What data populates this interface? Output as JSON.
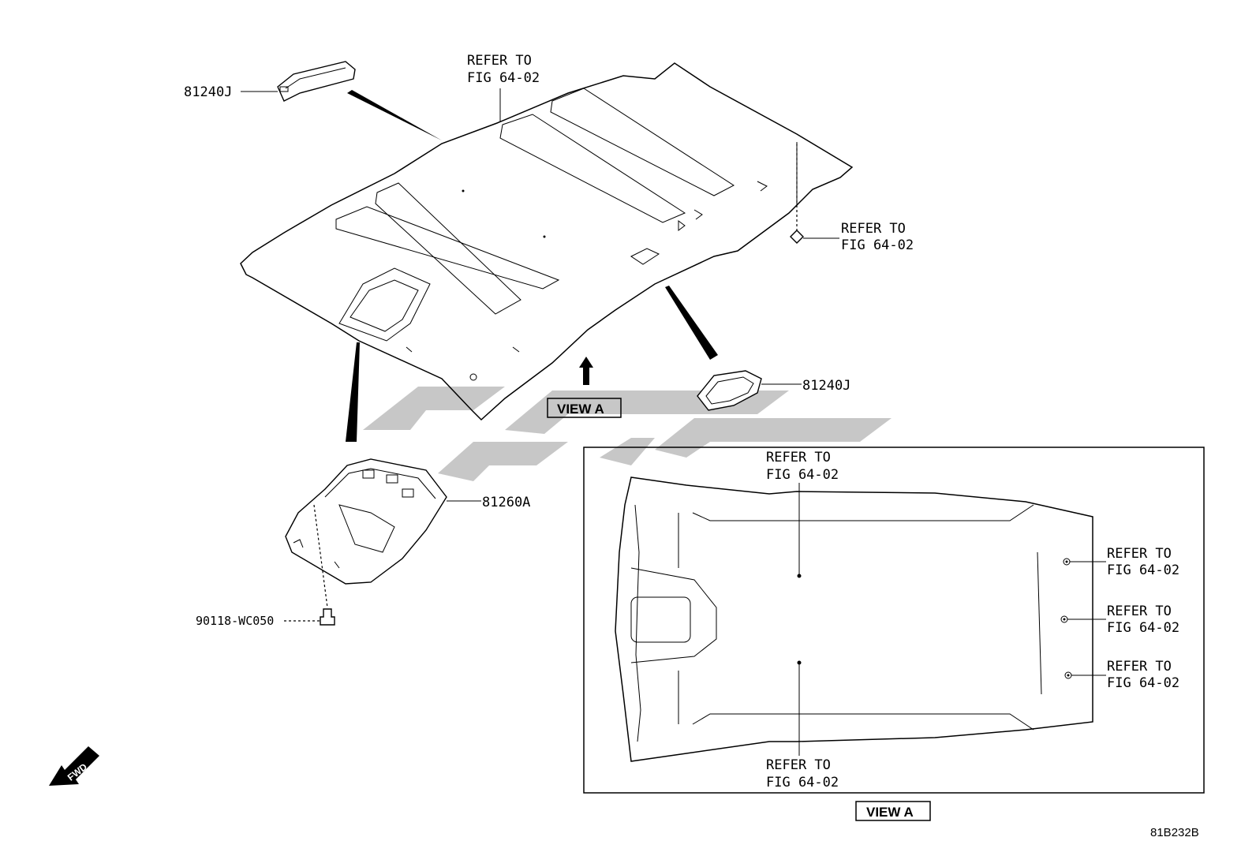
{
  "diagram": {
    "part_labels": {
      "dome_light_top": "81240J",
      "dome_light_right": "81240J",
      "overhead_console": "81260A",
      "screw": "90118-WC050"
    },
    "refer_labels": {
      "headliner_top": [
        "REFER TO",
        "FIG 64-02"
      ],
      "headliner_clip": [
        "REFER TO",
        "FIG 64-02"
      ],
      "view_a_top": [
        "REFER TO",
        "FIG 64-02"
      ],
      "view_a_bottom": [
        "REFER TO",
        "FIG 64-02"
      ],
      "view_a_right_1": [
        "REFER TO",
        "FIG 64-02"
      ],
      "view_a_right_2": [
        "REFER TO",
        "FIG 64-02"
      ],
      "view_a_right_3": [
        "REFER TO",
        "FIG 64-02"
      ]
    },
    "view_labels": {
      "arrow_view": "VIEW A",
      "inset_view": "VIEW A"
    },
    "fwd_label": "FWD",
    "figure_code": "81B232B",
    "icons": {
      "fwd": "fwd-arrow-icon",
      "view_direction": "up-arrow-icon"
    }
  }
}
